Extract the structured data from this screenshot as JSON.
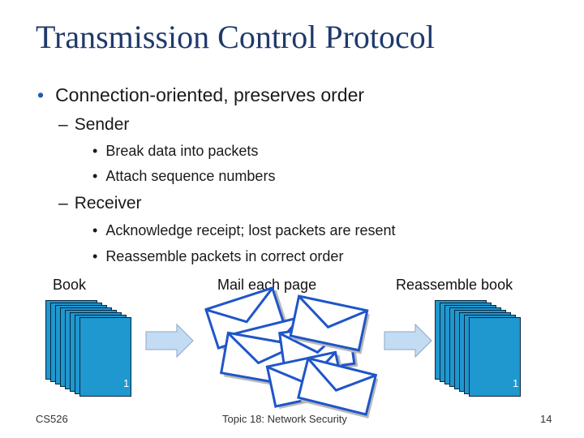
{
  "slide": {
    "title": "Transmission Control Protocol",
    "bullet_main": "Connection-oriented, preserves order",
    "sender": "Sender",
    "sender_items": [
      "Break data into packets",
      "Attach sequence numbers"
    ],
    "receiver": "Receiver",
    "receiver_items": [
      "Acknowledge receipt; lost packets are resent",
      "Reassemble packets in correct order"
    ]
  },
  "figure": {
    "book_label": "Book",
    "mail_label": "Mail each page",
    "reassemble_label": "Reassemble book",
    "page_number_left": "1",
    "page_number_right": "1",
    "page_color": "#1f97cf",
    "arrow_color": "#c4dcf3",
    "envelope_color": "#1f56c8"
  },
  "footer": {
    "course": "CS526",
    "topic": "Topic 18: Network Security",
    "page": "14"
  }
}
